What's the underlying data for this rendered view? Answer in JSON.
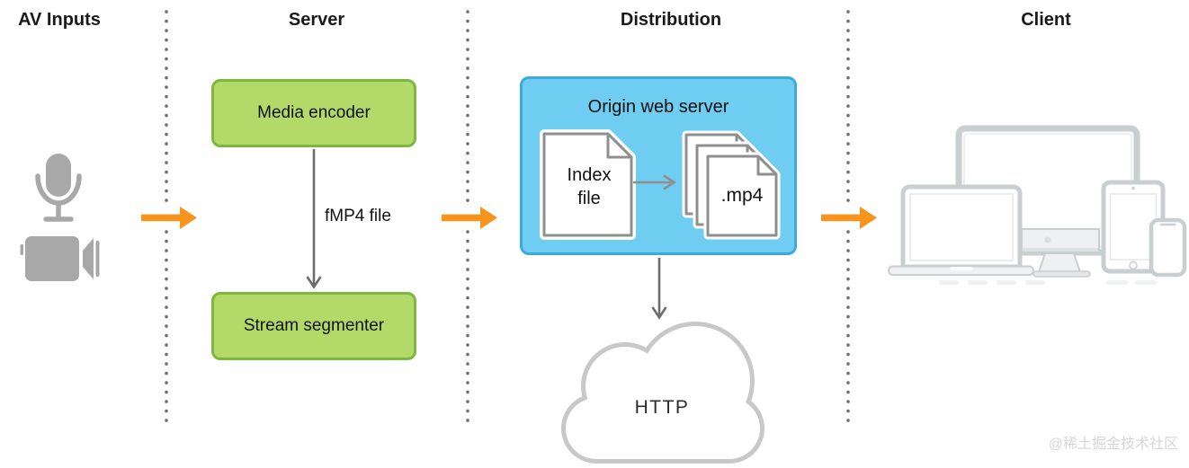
{
  "columns": [
    {
      "title": "AV Inputs"
    },
    {
      "title": "Server"
    },
    {
      "title": "Distribution"
    },
    {
      "title": "Client"
    }
  ],
  "av_inputs": {
    "icons": [
      "microphone-icon",
      "video-camera-icon"
    ]
  },
  "server": {
    "encoder_label": "Media encoder",
    "segmenter_label": "Stream segmenter",
    "arrow_label": "fMP4 file"
  },
  "distribution": {
    "box_title": "Origin web server",
    "index_doc_label": "Index file",
    "media_doc_label": ".mp4",
    "cloud_label": "HTTP"
  },
  "client": {
    "icons": [
      "tv-display-icon",
      "laptop-icon",
      "desktop-imac-icon",
      "tablet-icon",
      "phone-icon"
    ]
  },
  "watermark": "@稀土掘金技术社区",
  "colors": {
    "green_fill": "#b3d969",
    "green_border": "#7eb73e",
    "blue_fill": "#6fcdf1",
    "blue_border": "#3caadc",
    "orange_arrow": "#f7941e",
    "input_icon_gray": "#a8a8a8",
    "device_gray": "#c9ced1",
    "cloud_gray": "#c8c8c8",
    "flow_arrow_gray": "#6d6d6d",
    "divider_dot_gray": "#707070",
    "document_border": "#8f8f8f",
    "watermark_gray": "#d6d6d6"
  }
}
